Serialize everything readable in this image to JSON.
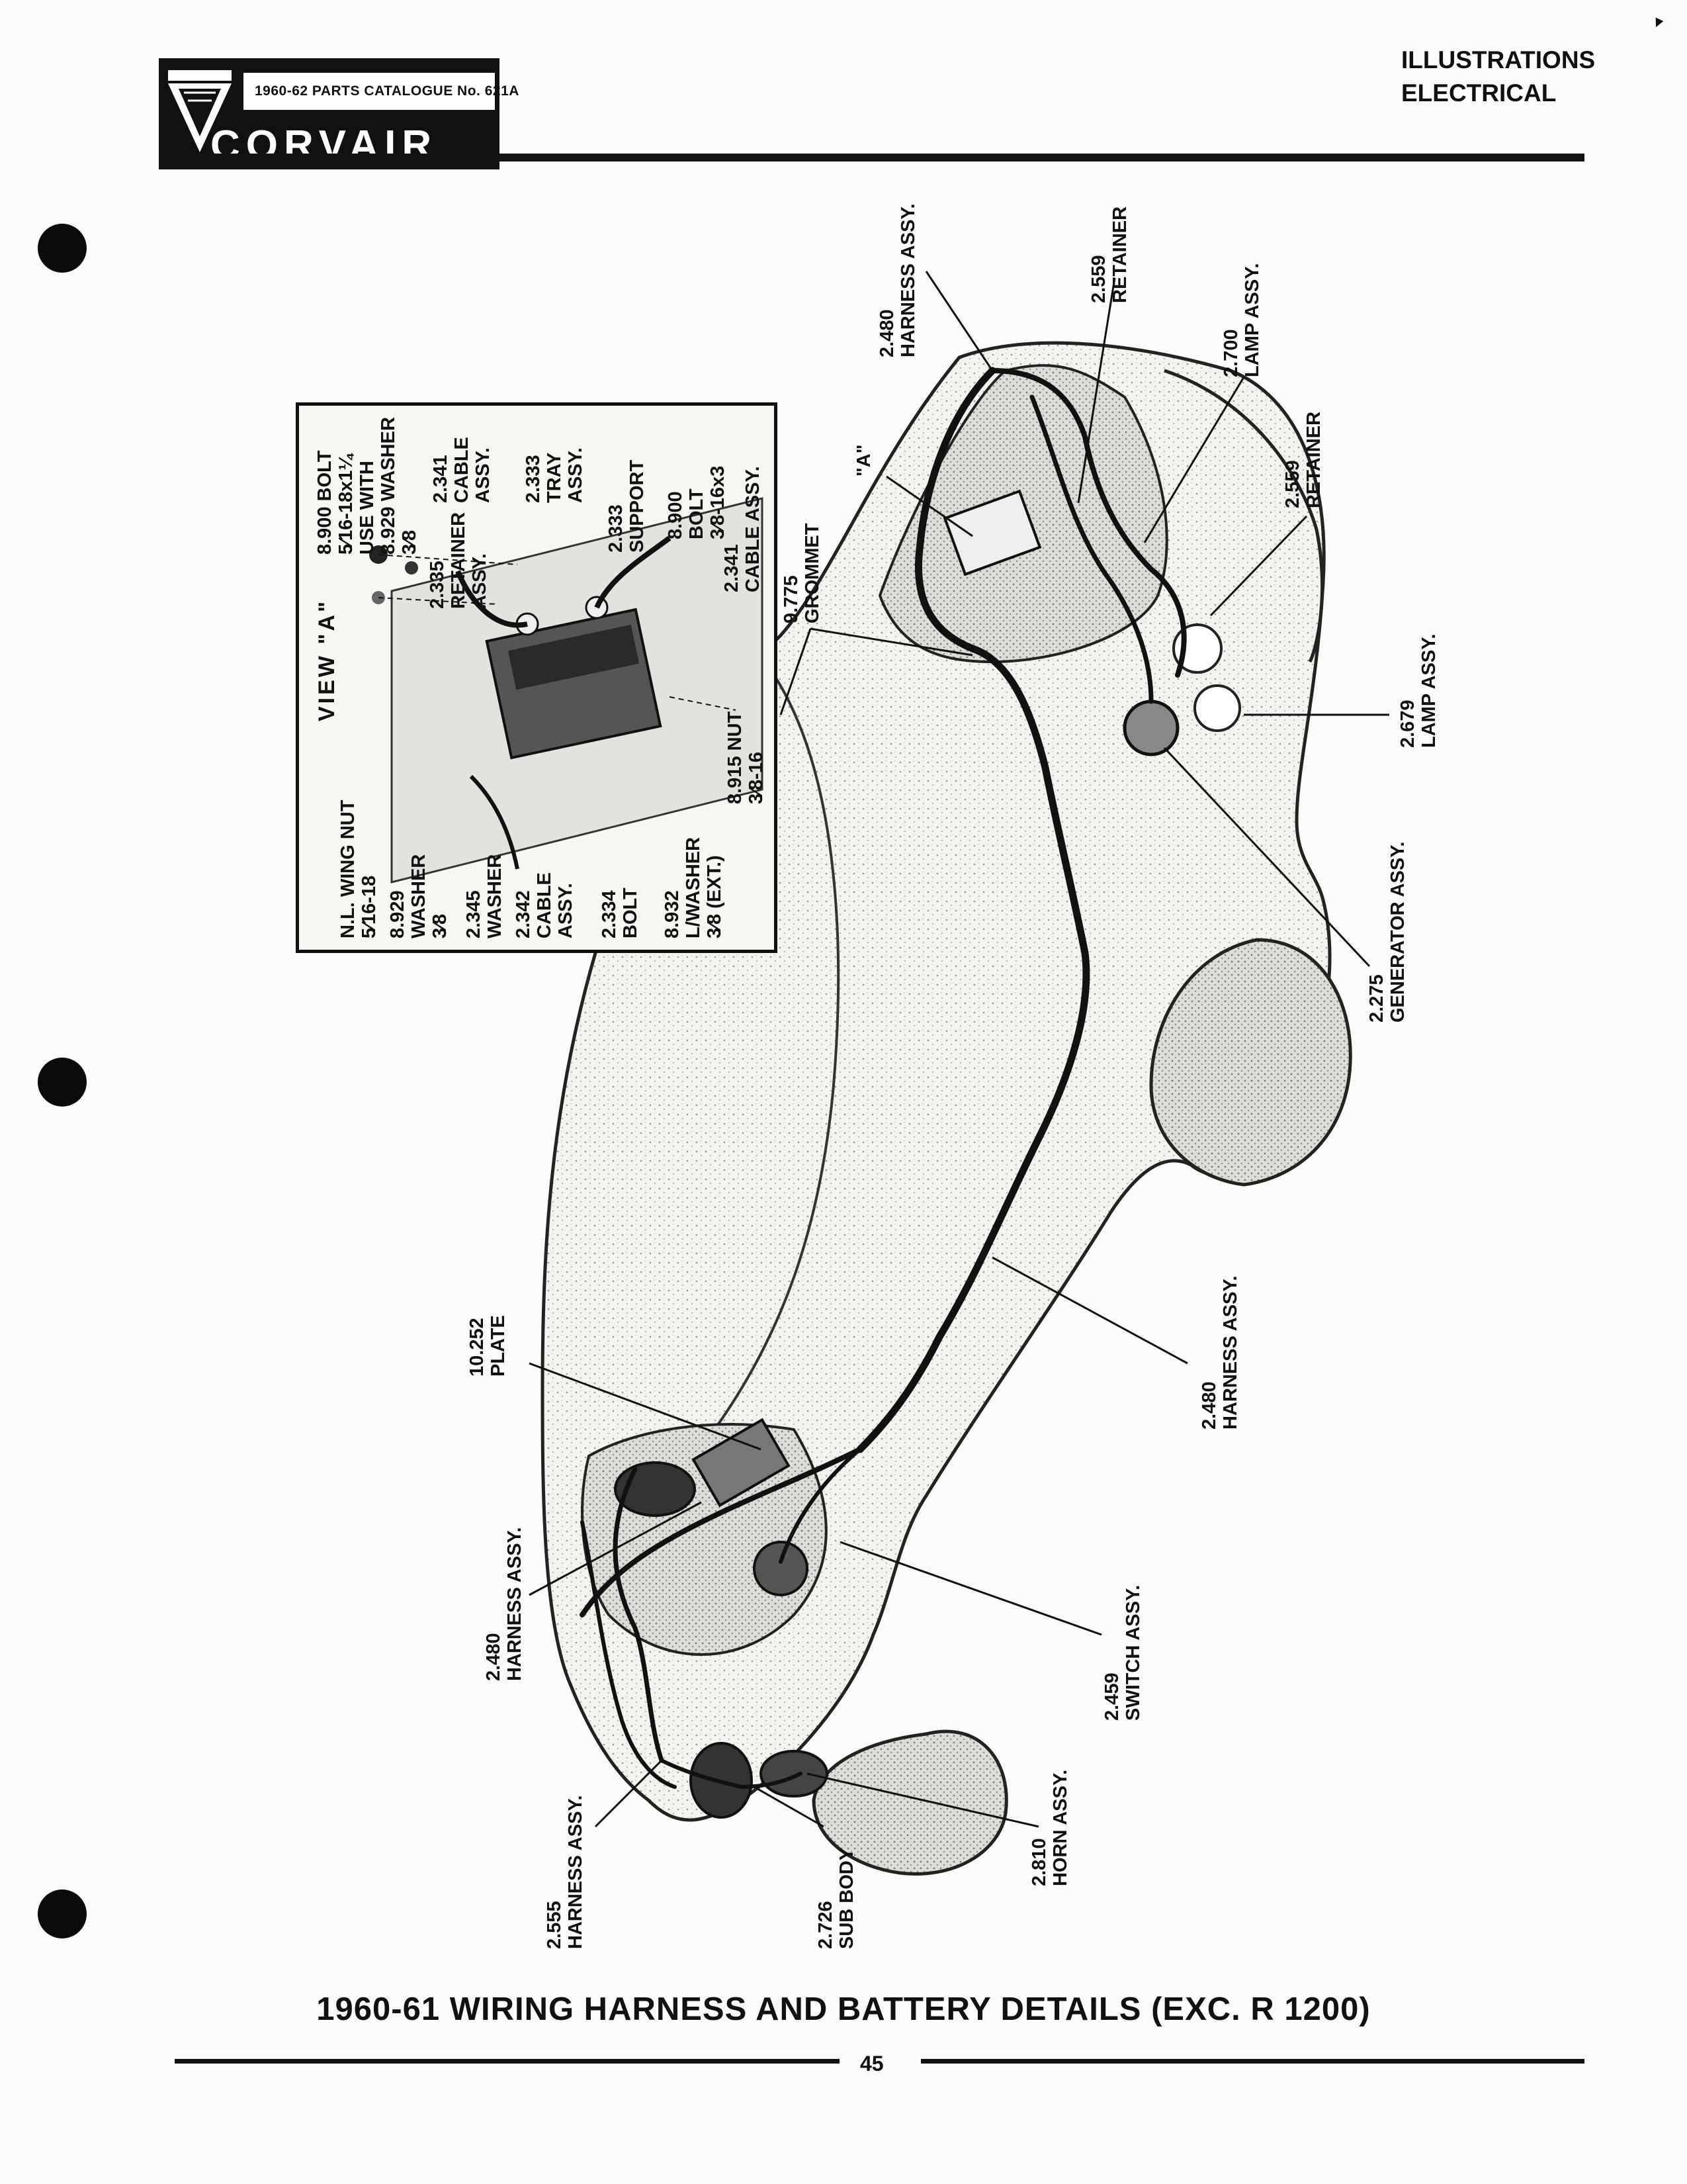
{
  "catalogue_header": {
    "catalogue_title": "1960-62 PARTS CATALOGUE No. 621A",
    "brand": "CORVAIR"
  },
  "section": {
    "line1": "ILLUSTRATIONS",
    "line2": "ELECTRICAL"
  },
  "inset": {
    "view_title": "VIEW \"A\"",
    "labels": [
      {
        "code": "N.L. WING NUT",
        "name": "5⁄16-18"
      },
      {
        "code": "8.929",
        "name": "WASHER",
        "extra": "3⁄8"
      },
      {
        "code": "2.345",
        "name": "WASHER"
      },
      {
        "code": "2.342",
        "name": "CABLE",
        "extra": "ASSY."
      },
      {
        "code": "2.334",
        "name": "BOLT"
      },
      {
        "code": "8.932",
        "name": "L/WASHER",
        "extra": "3⁄8 (EXT.)"
      },
      {
        "code": "8.915 NUT",
        "name": "3⁄8-16"
      },
      {
        "code": "8.900 BOLT",
        "name": "5⁄16-18x1¼",
        "extra": "USE WITH",
        "extra2": "8.929 WASHER",
        "extra3": "3⁄8"
      },
      {
        "code": "2.335",
        "name": "RETAINER",
        "extra": "ASSY."
      },
      {
        "code": "2.341",
        "name": "CABLE",
        "extra": "ASSY."
      },
      {
        "code": "2.333",
        "name": "TRAY",
        "extra": "ASSY."
      },
      {
        "code": "2.333",
        "name": "SUPPORT"
      },
      {
        "code": "8.900",
        "name": "BOLT",
        "extra": "3⁄8-16x3"
      },
      {
        "code": "2.341",
        "name": "CABLE ASSY."
      }
    ]
  },
  "callouts": [
    {
      "id": "harness-top",
      "code": "2.480",
      "name": "HARNESS ASSY."
    },
    {
      "id": "retainer-top",
      "code": "2.559",
      "name": "RETAINER"
    },
    {
      "id": "lamp-top",
      "code": "2.700",
      "name": "LAMP ASSY."
    },
    {
      "id": "retainer-mid",
      "code": "2.559",
      "name": "RETAINER"
    },
    {
      "id": "lamp-mid",
      "code": "2.679",
      "name": "LAMP ASSY."
    },
    {
      "id": "generator",
      "code": "2.275",
      "name": "GENERATOR ASSY."
    },
    {
      "id": "grommet",
      "code": "9.775",
      "name": "GROMMET"
    },
    {
      "id": "view-a-marker",
      "code": "\"A\"",
      "name": ""
    },
    {
      "id": "harness-mid",
      "code": "2.480",
      "name": "HARNESS ASSY."
    },
    {
      "id": "plate",
      "code": "10.252",
      "name": "PLATE"
    },
    {
      "id": "harness-low",
      "code": "2.480",
      "name": "HARNESS ASSY."
    },
    {
      "id": "switch",
      "code": "2.459",
      "name": "SWITCH ASSY."
    },
    {
      "id": "horn",
      "code": "2.810",
      "name": "HORN ASSY."
    },
    {
      "id": "harness-front",
      "code": "2.555",
      "name": "HARNESS ASSY."
    },
    {
      "id": "sub-body",
      "code": "2.726",
      "name": "SUB BODY"
    }
  ],
  "caption": "1960-61 WIRING HARNESS AND BATTERY DETAILS (EXC. R 1200)",
  "page_number": "45"
}
